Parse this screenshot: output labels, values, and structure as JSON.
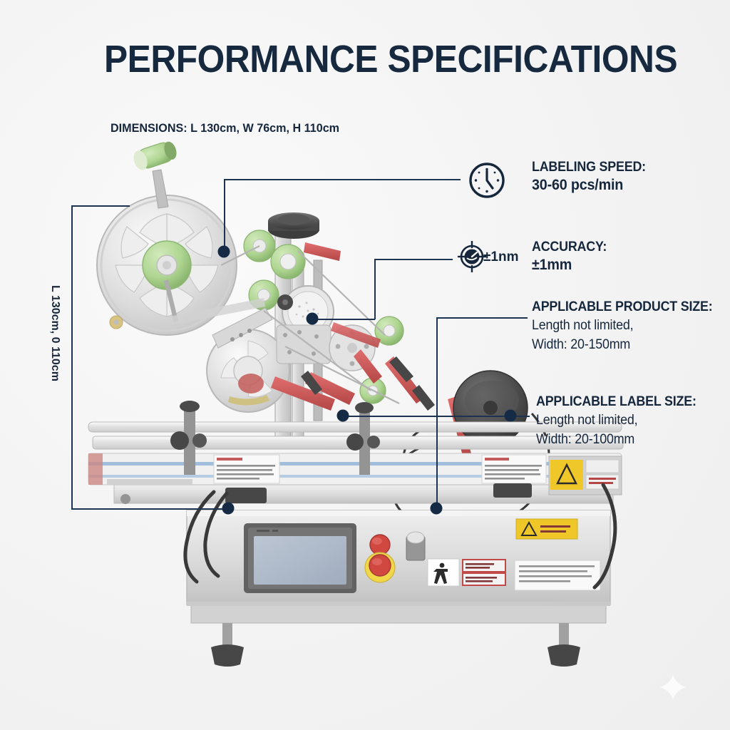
{
  "page": {
    "title": "PERFORMANCE SPECIFICATIONS",
    "background_color": "#f2f2f2",
    "text_color": "#16273c",
    "accent_color": "#1d3450"
  },
  "dimensions": {
    "caption": "DIMENSIONS: L 130cm, W 76cm, H 110cm",
    "vertical_caption": "L 130cm, 0 110cm"
  },
  "specs": [
    {
      "id": "labeling-speed",
      "head": "LABELING SPEED:",
      "value": "30-60 pcs/min",
      "icon": "clock-icon"
    },
    {
      "id": "accuracy",
      "head": "ACCURACY:",
      "value": "±1mm",
      "icon": "target-gauge-icon",
      "icon_caption": "±1nm"
    },
    {
      "id": "applicable-product-size",
      "head": "APPLICABLE PRODUCT SIZE:",
      "line1": "Length not limited,",
      "line2": "Width: 20-150mm"
    },
    {
      "id": "applicable-label-size",
      "head": "APPLICABLE LABEL SIZE:",
      "line1": "Length not limited,",
      "line2": "Width: 20-100mm"
    }
  ],
  "machine": {
    "name": "flat-surface-labeling-machine",
    "parts": [
      "label-reel",
      "rewind-reel",
      "print-head",
      "green-guide-rollers",
      "red-tension-arms",
      "conveyor-belt",
      "hmi-touchscreen",
      "emergency-stop-button",
      "start-button",
      "warning-sticker",
      "leveling-feet"
    ]
  },
  "watermark": {
    "icon": "sparkle-icon"
  }
}
